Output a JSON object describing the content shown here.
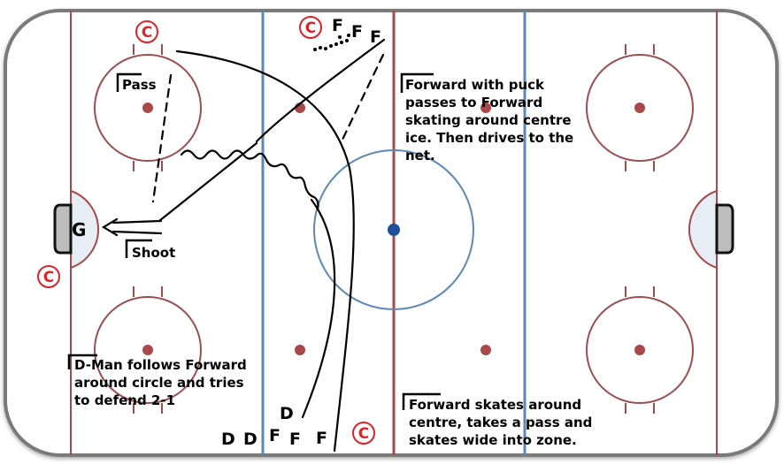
{
  "colors": {
    "board": "#7a7a7a",
    "red_line": "#a9474b",
    "blue_line": "#5e87b5",
    "circle": "#9a4e52",
    "dot": "#a9474b",
    "center_dot": "#1d4f9a",
    "crease": "#e6edf5",
    "net": "#bdbdbd",
    "cone": "#d9242a",
    "path": "#000000"
  },
  "notes": {
    "top": [
      "Forward with puck",
      "passes to Forward",
      "skating around centre",
      "ice. Then drives to the",
      "net."
    ],
    "bottom": [
      "Forward skates around",
      "centre, takes a pass and",
      "skates wide into zone."
    ],
    "left": [
      "D-Man follows Forward",
      "around circle and tries",
      "to defend 2-1"
    ]
  },
  "labels": {
    "pass": "Pass",
    "shoot": "Shoot",
    "goalie": "G",
    "cone": "C"
  },
  "players": {
    "top": [
      "F",
      "F",
      "F"
    ],
    "bottom": [
      "D",
      "D",
      "F",
      "F",
      "F"
    ],
    "trailing": "D"
  }
}
